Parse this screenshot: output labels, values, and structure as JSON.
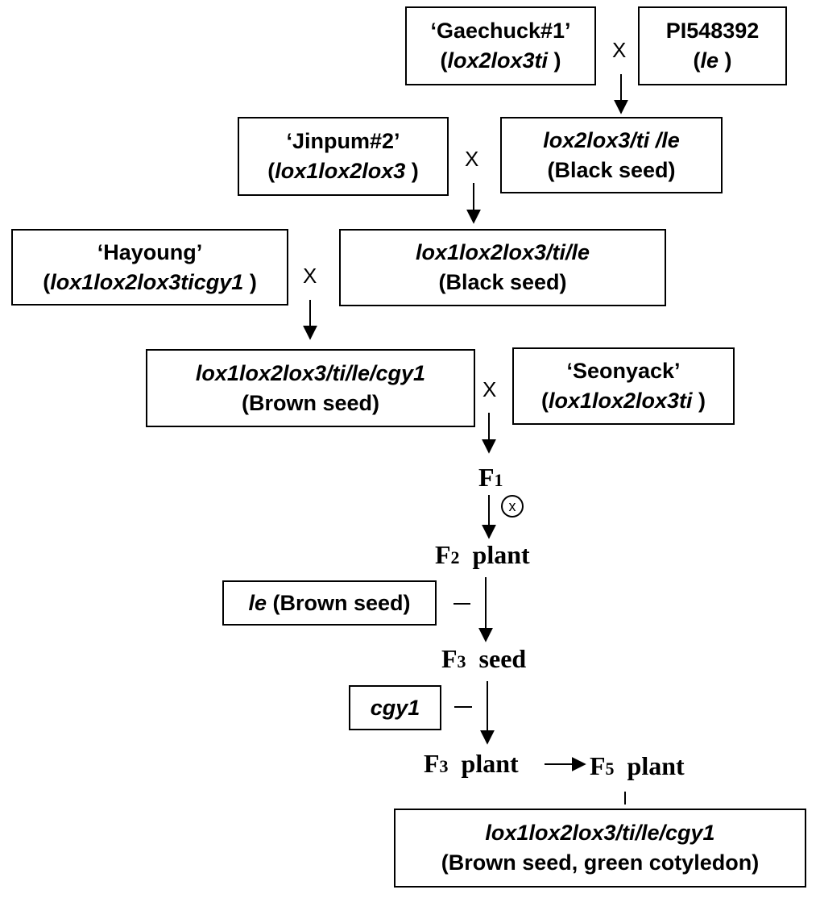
{
  "boxes": {
    "gaechuck": {
      "name": "‘Gaechuck#1’",
      "open": "(",
      "geno": "lox2lox3ti",
      "close": " )"
    },
    "pi548392": {
      "name": "PI548392",
      "open": "(",
      "geno": "le",
      "close": " )"
    },
    "cross1": {
      "geno": "lox2lox3/ti /le",
      "desc": "(Black seed)"
    },
    "jinpum": {
      "name": "‘Jinpum#2’",
      "open": "(",
      "geno": "lox1lox2lox3",
      "close": " )"
    },
    "cross2": {
      "geno": "lox1lox2lox3/ti/le",
      "desc": "(Black seed)"
    },
    "hayoung": {
      "name": "‘Hayoung’",
      "open": "(",
      "geno": "lox1lox2lox3ticgy1",
      "close": " )"
    },
    "cross3": {
      "geno": "lox1lox2lox3/ti/le/cgy1",
      "desc": "(Brown seed)"
    },
    "seonyack": {
      "name": "‘Seonyack’",
      "open": "(",
      "geno": "lox1lox2lox3ti",
      "close": " )"
    },
    "selection1": {
      "geno": "le",
      "desc": " (Brown seed)"
    },
    "selection2": {
      "geno": "cgy1"
    },
    "final": {
      "geno": "lox1lox2lox3/ti/le/cgy1",
      "desc": "(Brown seed, green cotyledon)"
    }
  },
  "cross_symbol": "X",
  "self_symbol": "x",
  "generations": {
    "f1": {
      "letter": "F",
      "sub": "1"
    },
    "f2": {
      "letter": "F",
      "sub": "2",
      "word": "plant"
    },
    "f3_seed": {
      "letter": "F",
      "sub": "3",
      "word": "seed"
    },
    "f3_plant": {
      "letter": "F",
      "sub": "3",
      "word": "plant"
    },
    "f5_plant": {
      "letter": "F",
      "sub": "5",
      "word": "plant"
    }
  }
}
